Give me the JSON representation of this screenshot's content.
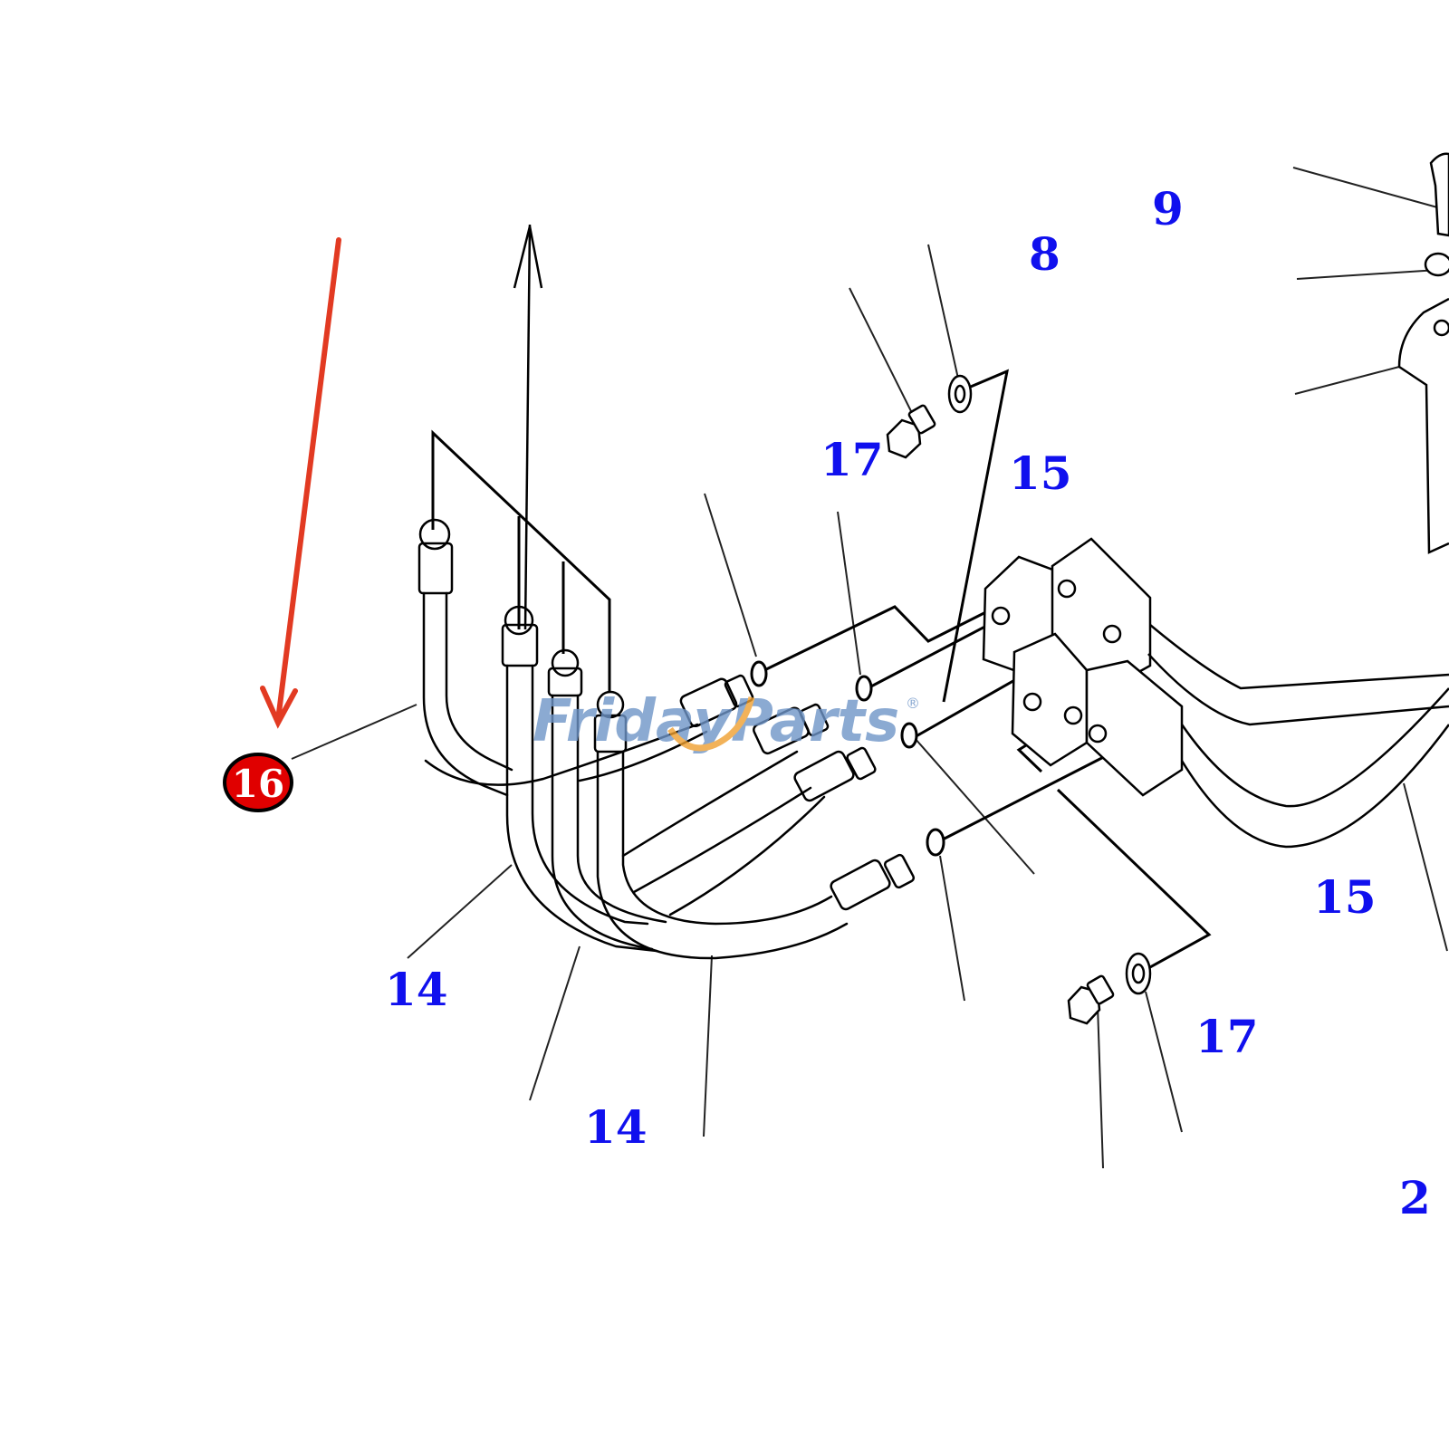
{
  "diagram": {
    "colors": {
      "callout": "#1010ee",
      "line": "#000000",
      "leader": "#222222",
      "highlight_fill": "#e00000",
      "highlight_text": "#ffffff",
      "arrow": "#e23a22",
      "watermark_blue": "#6f95c8",
      "watermark_orange": "#f0a030"
    },
    "highlight": {
      "label": "16"
    },
    "callouts": [
      {
        "id": "c9",
        "label": "9"
      },
      {
        "id": "c8",
        "label": "8"
      },
      {
        "id": "c17a",
        "label": "17"
      },
      {
        "id": "c15a",
        "label": "15"
      },
      {
        "id": "c15b",
        "label": "15"
      },
      {
        "id": "c14a",
        "label": "14"
      },
      {
        "id": "c14b",
        "label": "14"
      },
      {
        "id": "c17b",
        "label": "17"
      },
      {
        "id": "c2",
        "label": "2"
      }
    ],
    "watermark": {
      "text": "FridayParts",
      "registered": "®"
    }
  }
}
